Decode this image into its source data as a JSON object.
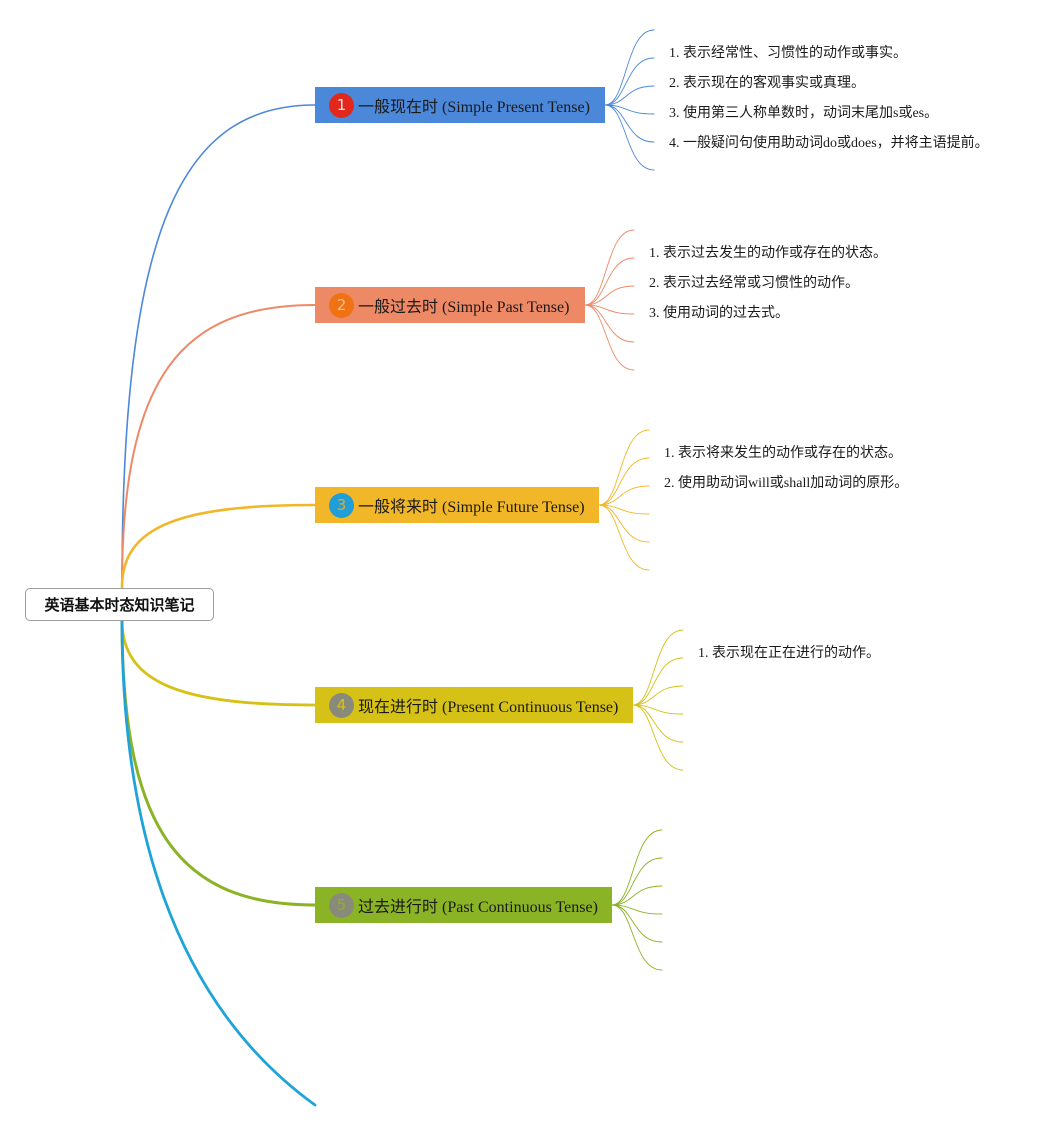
{
  "root": {
    "title": "英语基本时态知识笔记"
  },
  "topics": [
    {
      "badge": "1",
      "title": "一般现在时 (Simple Present Tense)",
      "color": "#4c88d9",
      "badge_color": "#e2281c",
      "badge_text_color": "#e8e8e8",
      "notes": [
        "1. 表示经常性、习惯性的动作或事实。",
        "2. 表示现在的客观事实或真理。",
        "3. 使用第三人称单数时，动词末尾加s或es。",
        "4. 一般疑问句使用助动词do或does，并将主语提前。"
      ]
    },
    {
      "badge": "2",
      "title": "一般过去时 (Simple Past Tense)",
      "color": "#ee8966",
      "badge_color": "#f17213",
      "badge_text_color": "#f3c08f",
      "notes": [
        "1. 表示过去发生的动作或存在的状态。",
        "2. 表示过去经常或习惯性的动作。",
        "3. 使用动词的过去式。"
      ]
    },
    {
      "badge": "3",
      "title": "一般将来时 (Simple Future Tense)",
      "color": "#f2b728",
      "badge_color": "#1f9ed8",
      "badge_text_color": "#e8a72a",
      "notes": [
        "1. 表示将来发生的动作或存在的状态。",
        "2. 使用助动词will或shall加动词的原形。"
      ]
    },
    {
      "badge": "4",
      "title": "现在进行时 (Present Continuous Tense)",
      "color": "#d6c216",
      "badge_color": "#8a8a7a",
      "badge_text_color": "#d6c216",
      "notes": [
        "1. 表示现在正在进行的动作。"
      ]
    },
    {
      "badge": "5",
      "title": "过去进行时 (Past Continuous Tense)",
      "color": "#8bb326",
      "badge_color": "#8a8a7a",
      "badge_text_color": "#8bb326",
      "notes": []
    }
  ],
  "sixth_branch_color": "#1fa3d8"
}
